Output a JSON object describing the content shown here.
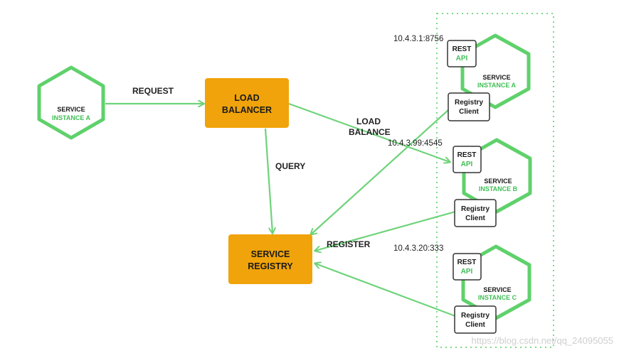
{
  "client": {
    "line1": "SERVICE",
    "line2": "INSTANCE A"
  },
  "load_balancer": {
    "line1": "LOAD",
    "line2": "BALANCER"
  },
  "registry": {
    "line1": "SERVICE",
    "line2": "REGISTRY"
  },
  "edge_labels": {
    "request": "REQUEST",
    "query": "QUERY",
    "lb1": "LOAD",
    "lb2": "BALANCE",
    "register": "REGISTER"
  },
  "instances": [
    {
      "ip": "10.4.3.1:8756",
      "line1": "SERVICE",
      "line2": "INSTANCE A",
      "rest1": "REST",
      "rest2": "API",
      "rc1": "Registry",
      "rc2": "Client"
    },
    {
      "ip": "10.4.3.99:4545",
      "line1": "SERVICE",
      "line2": "INSTANCE B",
      "rest1": "REST",
      "rest2": "API",
      "rc1": "Registry",
      "rc2": "Client"
    },
    {
      "ip": "10.4.3.20:333",
      "line1": "SERVICE",
      "line2": "INSTANCE C",
      "rest1": "REST",
      "rest2": "API",
      "rc1": "Registry",
      "rc2": "Client"
    }
  ],
  "watermark": "https://blog.csdn.net/qq_24095055",
  "colors": {
    "hex_green": "#5fd16b",
    "orange": "#f0a30a",
    "edge": "#6fd37a",
    "dotted": "#7bd98a"
  }
}
